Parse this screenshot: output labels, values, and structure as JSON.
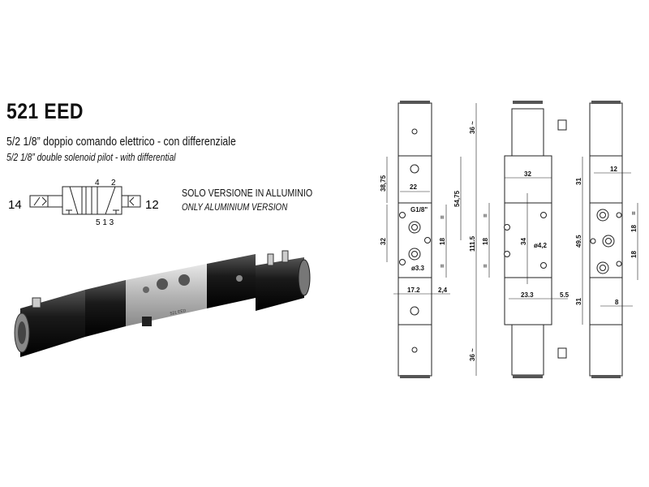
{
  "header": {
    "title": "521 EED",
    "subtitle_it": "5/2 1/8” doppio comando elettrico - con differenziale",
    "subtitle_en": "5/2 1/8” double solenoid pilot - with differential"
  },
  "note": {
    "it": "SOLO VERSIONE IN ALLUMINIO",
    "en": "ONLY ALUMINIUM VERSION"
  },
  "symbol": {
    "port_left": "14",
    "port_right": "12",
    "port_top_4": "4",
    "port_top_2": "2",
    "ports_bottom": "5 1 3"
  },
  "photo": {
    "label": "521 EED"
  },
  "drawing": {
    "left_view": {
      "d_38_75": "38,75",
      "d_22": "22",
      "d_54_75": "54,75",
      "thread": "G1/8\"",
      "d_32": "32",
      "d_18": "18",
      "hole": "ø3.3",
      "d_17_2": "17.2",
      "d_2_4": "2,4",
      "eq": "="
    },
    "middle_view": {
      "d_36_top": "36 ~",
      "d_36_bottom": "36 ~",
      "d_111_5": "111.5",
      "d_32": "32",
      "d_31_top": "31",
      "d_18": "18",
      "d_34": "34",
      "hole": "ø4,2",
      "d_49_5": "49.5",
      "d_23_3": "23.3",
      "d_5_5": "5.5",
      "d_31_bottom": "31",
      "eq": "="
    },
    "right_view": {
      "d_12": "12",
      "d_18_a": "18",
      "d_18_b": "18",
      "d_8": "8",
      "eq": "="
    }
  }
}
